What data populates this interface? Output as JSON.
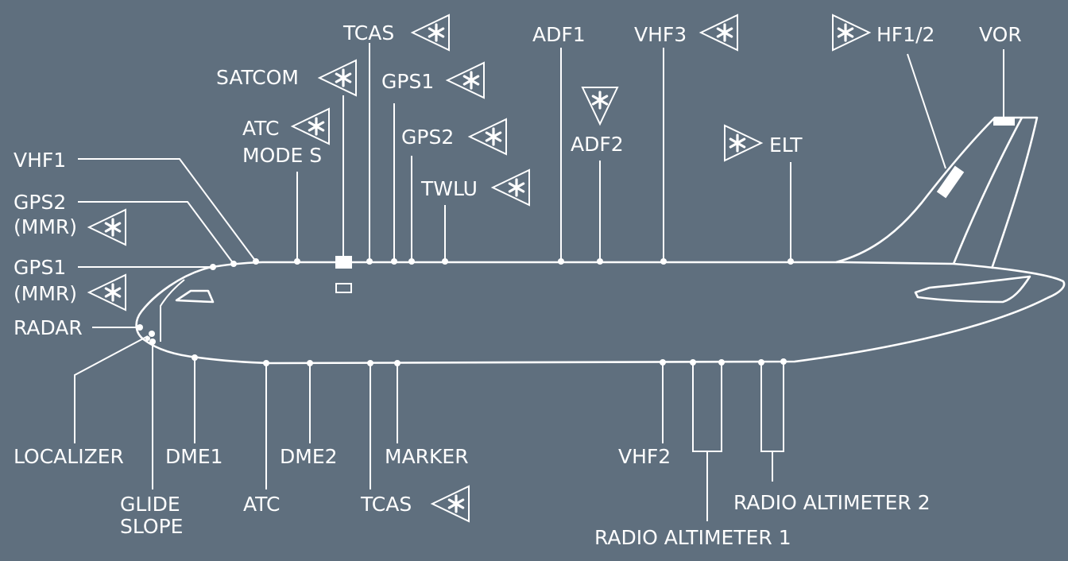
{
  "labels": {
    "tcas_top": "TCAS",
    "adf1": "ADF1",
    "vhf3": "VHF3",
    "hf": "HF1/2",
    "vor": "VOR",
    "satcom": "SATCOM",
    "gps1_top": "GPS1",
    "atc_top": "ATC",
    "mode_s": "MODE S",
    "gps2_top": "GPS2",
    "adf2": "ADF2",
    "elt": "ELT",
    "twlu": "TWLU",
    "vhf1": "VHF1",
    "gps2_mmr": "GPS2",
    "gps1_mmr": "GPS1",
    "mmr": "(MMR)",
    "radar": "RADAR",
    "localizer": "LOCALIZER",
    "dme1": "DME1",
    "dme2": "DME2",
    "marker": "MARKER",
    "vhf2": "VHF2",
    "radio_alt_2": "RADIO ALTIMETER 2",
    "glide": "GLIDE",
    "slope": "SLOPE",
    "atc_bottom": "ATC",
    "tcas_bottom": "TCAS",
    "radio_alt_1": "RADIO ALTIMETER 1"
  },
  "colors": {
    "background": "#5f6f7e",
    "line": "#ffffff"
  },
  "icons": {
    "marker_symbol": "triangle-asterisk-icon"
  }
}
